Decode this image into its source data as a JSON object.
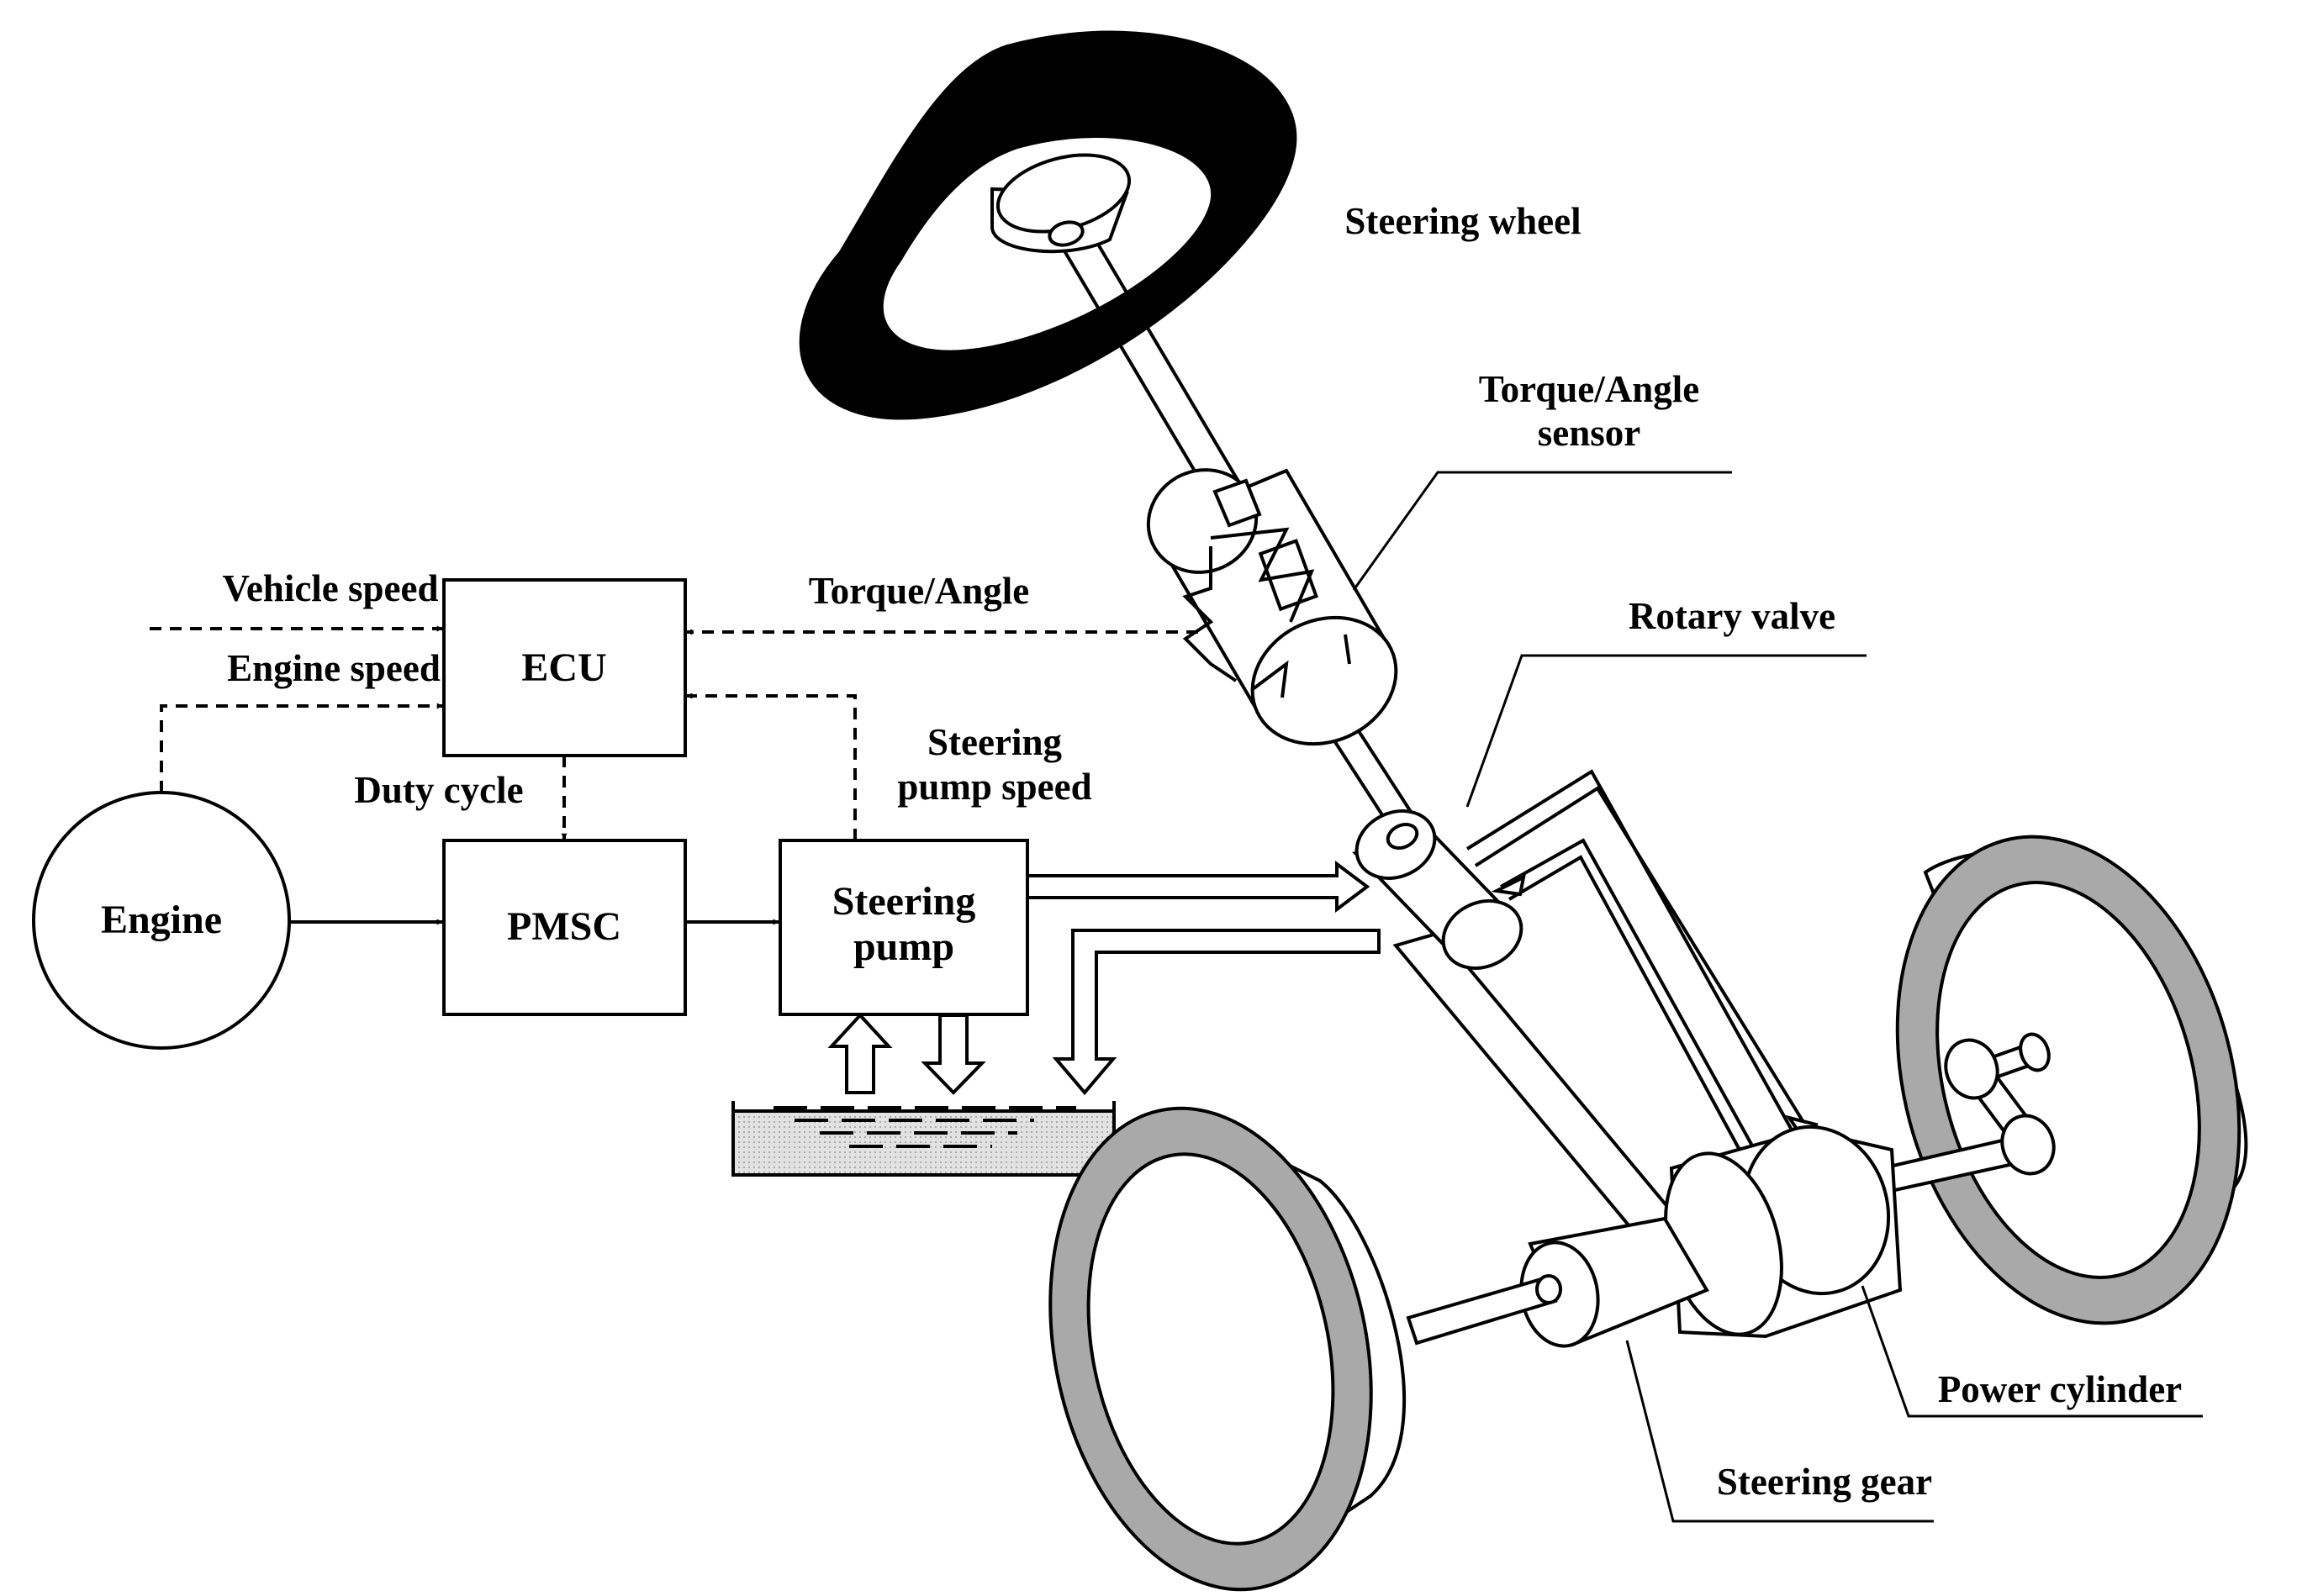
{
  "blocks": {
    "ecu": "ECU",
    "pmsc": "PMSC",
    "engine": "Engine",
    "pump_line1": "Steering",
    "pump_line2": "pump"
  },
  "signals": {
    "vehicle_speed": "Vehicle speed",
    "engine_speed": "Engine speed",
    "duty_cycle": "Duty cycle",
    "torque_angle": "Torque/Angle",
    "pump_speed_line1": "Steering",
    "pump_speed_line2": "pump speed"
  },
  "components": {
    "steering_wheel": "Steering wheel",
    "sensor_line1": "Torque/Angle",
    "sensor_line2": "sensor",
    "rotary_valve": "Rotary valve",
    "power_cylinder": "Power cylinder",
    "steering_gear": "Steering gear"
  },
  "colors": {
    "line": "#000000",
    "tire_tread": "#a9a9a9",
    "fluid": "#d9d9d9",
    "background": "#ffffff"
  }
}
